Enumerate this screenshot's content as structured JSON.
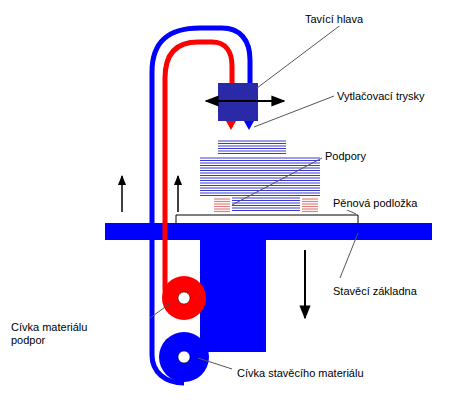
{
  "diagram": {
    "labels": [
      "Tavící hlava",
      "Vytlačovací trysky",
      "Podpory",
      "Pěnová podložka",
      "Stavěcí základna",
      "Cívka materiálu podpor",
      "Cívka stavěcího materiálu"
    ]
  }
}
